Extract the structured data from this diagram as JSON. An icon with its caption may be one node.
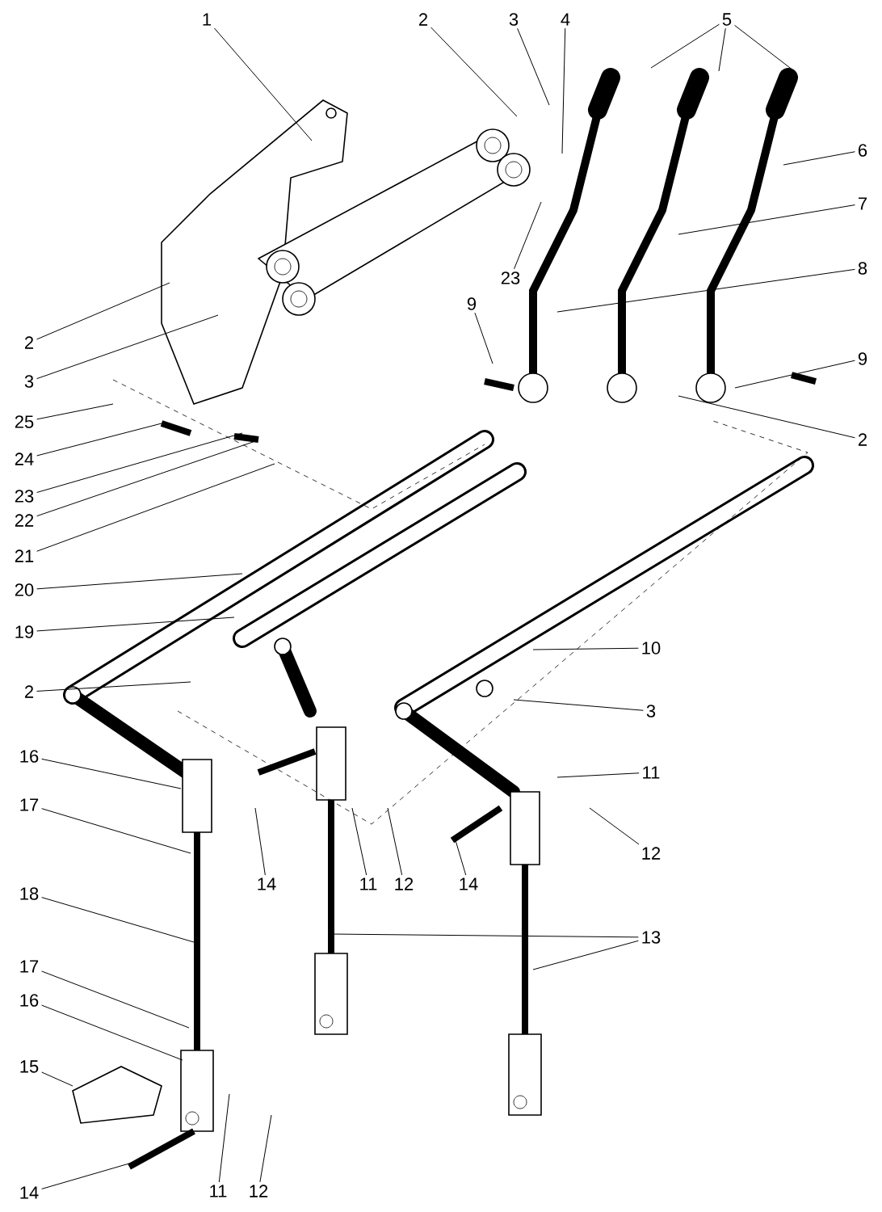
{
  "diagram": {
    "nodes": [
      {
        "text": [
          "1"
        ]
      },
      {
        "text": [
          "2"
        ]
      },
      {
        "text": [
          "3"
        ]
      },
      {
        "text": [
          "4"
        ]
      },
      {
        "text": [
          "5"
        ]
      },
      {
        "text": [
          "6"
        ]
      },
      {
        "text": [
          "7"
        ]
      },
      {
        "text": [
          "8"
        ]
      },
      {
        "text": [
          "9"
        ]
      },
      {
        "text": [
          "9"
        ]
      },
      {
        "text": [
          "2"
        ]
      },
      {
        "text": [
          "23"
        ]
      },
      {
        "text": [
          "2"
        ]
      },
      {
        "text": [
          "3"
        ]
      },
      {
        "text": [
          "25"
        ]
      },
      {
        "text": [
          "24"
        ]
      },
      {
        "text": [
          "23"
        ]
      },
      {
        "text": [
          "22"
        ]
      },
      {
        "text": [
          "21"
        ]
      },
      {
        "text": [
          "20"
        ]
      },
      {
        "text": [
          "19"
        ]
      },
      {
        "text": [
          "10"
        ]
      },
      {
        "text": [
          "2"
        ]
      },
      {
        "text": [
          "3"
        ]
      },
      {
        "text": [
          "16"
        ]
      },
      {
        "text": [
          "17"
        ]
      },
      {
        "text": [
          "11"
        ]
      },
      {
        "text": [
          "12"
        ]
      },
      {
        "text": [
          "14"
        ]
      },
      {
        "text": [
          "11"
        ]
      },
      {
        "text": [
          "12"
        ]
      },
      {
        "text": [
          "14"
        ]
      },
      {
        "text": [
          "13"
        ]
      },
      {
        "text": [
          "18"
        ]
      },
      {
        "text": [
          "17"
        ]
      },
      {
        "text": [
          "16"
        ]
      },
      {
        "text": [
          "15"
        ]
      },
      {
        "text": [
          "14"
        ]
      },
      {
        "text": [
          "11"
        ]
      },
      {
        "text": [
          "12"
        ]
      }
    ],
    "edges": [
      {
        "from": 0,
        "to": null,
        "arrow": "none"
      },
      {
        "from": 1,
        "to": null,
        "arrow": "none"
      },
      {
        "from": 2,
        "to": null,
        "arrow": "none"
      },
      {
        "from": 3,
        "to": null,
        "arrow": "none"
      },
      {
        "from": 4,
        "to": null,
        "arrow": "none"
      },
      {
        "from": 4,
        "to": null,
        "arrow": "none"
      },
      {
        "from": 4,
        "to": null,
        "arrow": "none"
      },
      {
        "from": 5,
        "to": null,
        "arrow": "none"
      },
      {
        "from": 6,
        "to": null,
        "arrow": "none"
      },
      {
        "from": 7,
        "to": null,
        "arrow": "none"
      },
      {
        "from": 8,
        "to": null,
        "arrow": "none"
      },
      {
        "from": 9,
        "to": null,
        "arrow": "none"
      },
      {
        "from": 10,
        "to": null,
        "arrow": "none"
      },
      {
        "from": 11,
        "to": null,
        "arrow": "none"
      },
      {
        "from": 12,
        "to": null,
        "arrow": "none"
      },
      {
        "from": 13,
        "to": null,
        "arrow": "none"
      },
      {
        "from": 14,
        "to": null,
        "arrow": "none"
      },
      {
        "from": 15,
        "to": null,
        "arrow": "none"
      },
      {
        "from": 16,
        "to": null,
        "arrow": "none"
      },
      {
        "from": 17,
        "to": null,
        "arrow": "none"
      },
      {
        "from": 18,
        "to": null,
        "arrow": "none"
      },
      {
        "from": 19,
        "to": null,
        "arrow": "none"
      },
      {
        "from": 20,
        "to": null,
        "arrow": "none"
      },
      {
        "from": 21,
        "to": null,
        "arrow": "none"
      },
      {
        "from": 22,
        "to": null,
        "arrow": "none"
      },
      {
        "from": 23,
        "to": null,
        "arrow": "none"
      },
      {
        "from": 24,
        "to": null,
        "arrow": "none"
      },
      {
        "from": 25,
        "to": null,
        "arrow": "none"
      },
      {
        "from": 26,
        "to": null,
        "arrow": "none"
      },
      {
        "from": 27,
        "to": null,
        "arrow": "none"
      },
      {
        "from": 28,
        "to": null,
        "arrow": "none"
      },
      {
        "from": 29,
        "to": null,
        "arrow": "none"
      },
      {
        "from": 30,
        "to": null,
        "arrow": "none"
      },
      {
        "from": 31,
        "to": null,
        "arrow": "none"
      },
      {
        "from": 32,
        "to": null,
        "arrow": "none"
      },
      {
        "from": 32,
        "to": null,
        "arrow": "none"
      },
      {
        "from": 33,
        "to": null,
        "arrow": "none"
      },
      {
        "from": 34,
        "to": null,
        "arrow": "none"
      },
      {
        "from": 35,
        "to": null,
        "arrow": "none"
      },
      {
        "from": 36,
        "to": null,
        "arrow": "none"
      },
      {
        "from": 37,
        "to": null,
        "arrow": "none"
      },
      {
        "from": 38,
        "to": null,
        "arrow": "none"
      },
      {
        "from": 39,
        "to": null,
        "arrow": "none"
      }
    ]
  }
}
